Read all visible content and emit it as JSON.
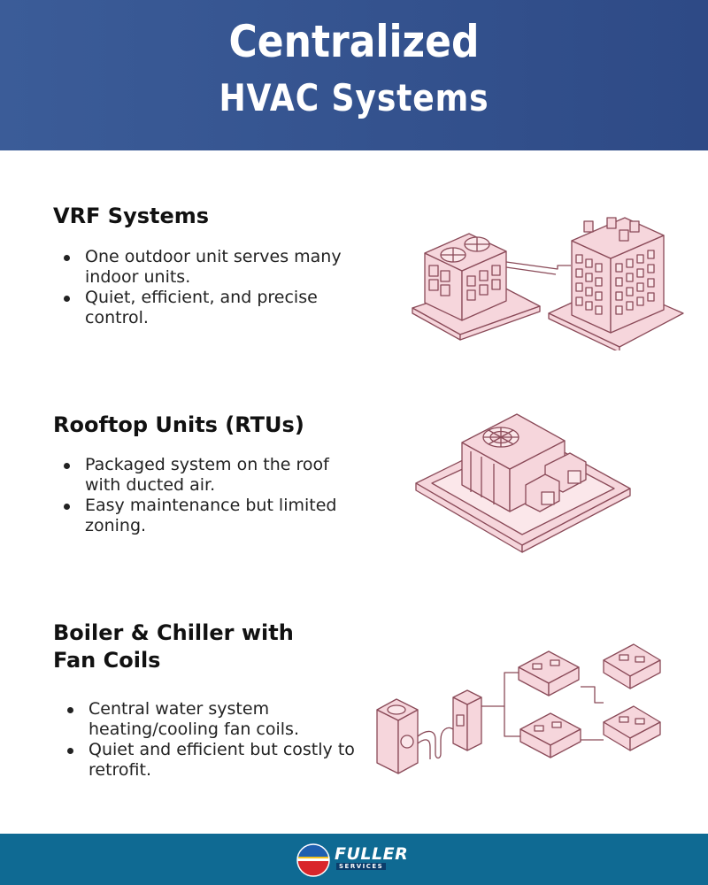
{
  "header": {
    "title_line1": "Centralized",
    "title_line2": "HVAC Systems"
  },
  "sections": [
    {
      "title": "VRF Systems",
      "bullets": [
        "One outdoor unit serves many indoor units.",
        "Quiet, efficient, and precise control."
      ]
    },
    {
      "title": "Rooftop Units (RTUs)",
      "bullets": [
        "Packaged system on the roof with ducted air.",
        "Easy maintenance but limited zoning."
      ]
    },
    {
      "title_line1": "Boiler & Chiller with",
      "title_line2": "Fan Coils",
      "bullets": [
        "Central water system heating/cooling fan coils.",
        "Quiet and efficient but costly to retrofit."
      ]
    }
  ],
  "footer": {
    "logo_name": "FULLER",
    "logo_tag": "SERVICES"
  },
  "colors": {
    "header_bg": "#34538f",
    "footer_bg": "#0f6a93",
    "illustration_fill": "#f6d6dc",
    "illustration_stroke": "#8a4a58"
  }
}
